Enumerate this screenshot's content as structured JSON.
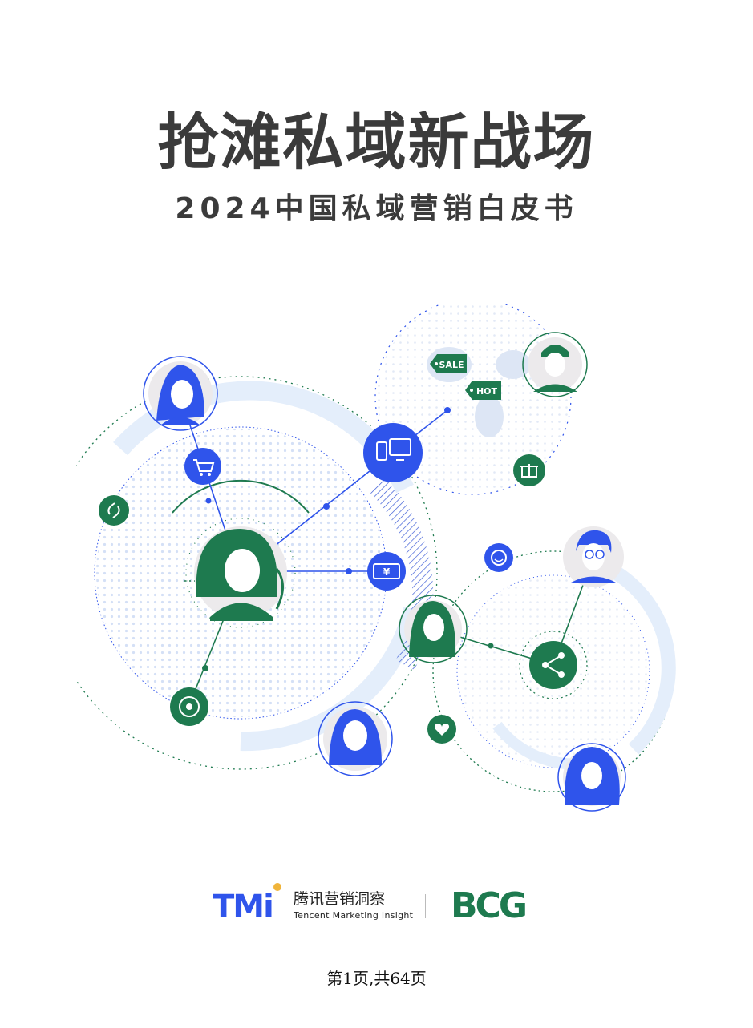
{
  "cover": {
    "title": "抢滩私域新战场",
    "subtitle": "2024中国私域营销白皮书"
  },
  "illustration": {
    "tags": {
      "sale": "SALE",
      "hot": "HOT"
    },
    "coupon_symbol": "¥",
    "colors": {
      "blue": "#2f54eb",
      "green": "#1e7a4f",
      "light_blue": "#dbe8fb",
      "skin": "#eceaec"
    }
  },
  "logos": {
    "tmi_mark": "TMi",
    "tmi_name_cn": "腾讯营销洞察",
    "tmi_name_en": "Tencent Marketing Insight",
    "bcg": "BCG"
  },
  "footer": {
    "page_label": "第1页,共64页"
  }
}
